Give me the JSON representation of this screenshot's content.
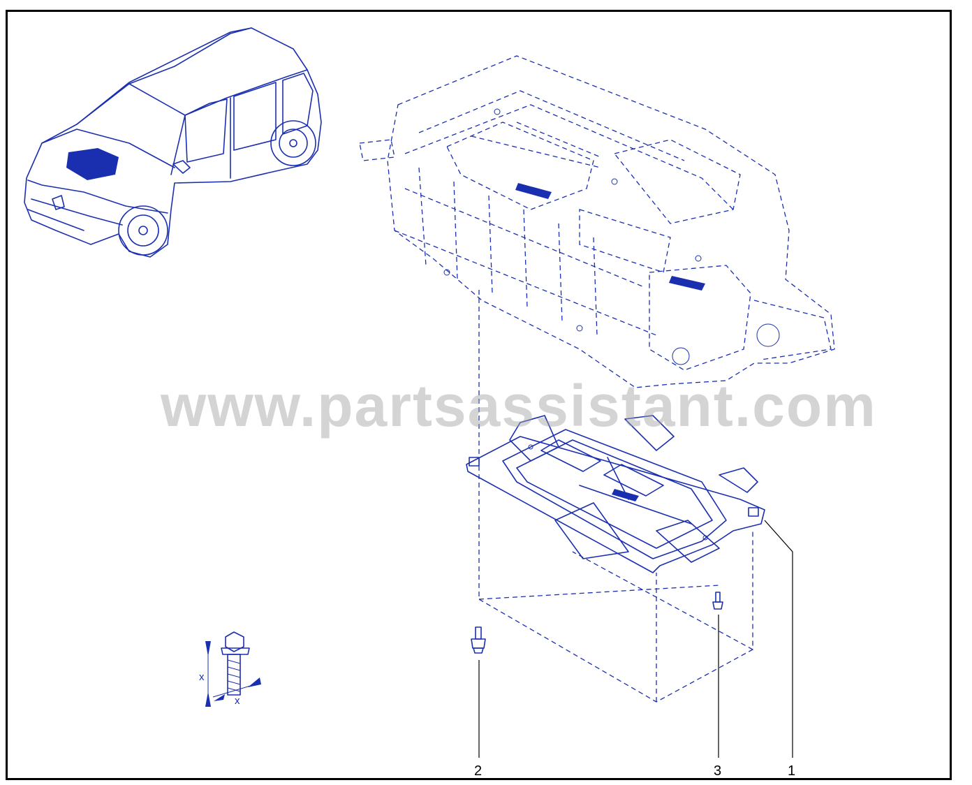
{
  "watermark": "www.partsassistant.com",
  "callouts": [
    {
      "label": "2"
    },
    {
      "label": "3"
    },
    {
      "label": "1"
    }
  ],
  "dimension_labels": {
    "vertical": "x",
    "horizontal": "x"
  },
  "colors": {
    "line": "#1a2fb0",
    "frame": "#000000",
    "watermark": "#a0a0a0"
  }
}
